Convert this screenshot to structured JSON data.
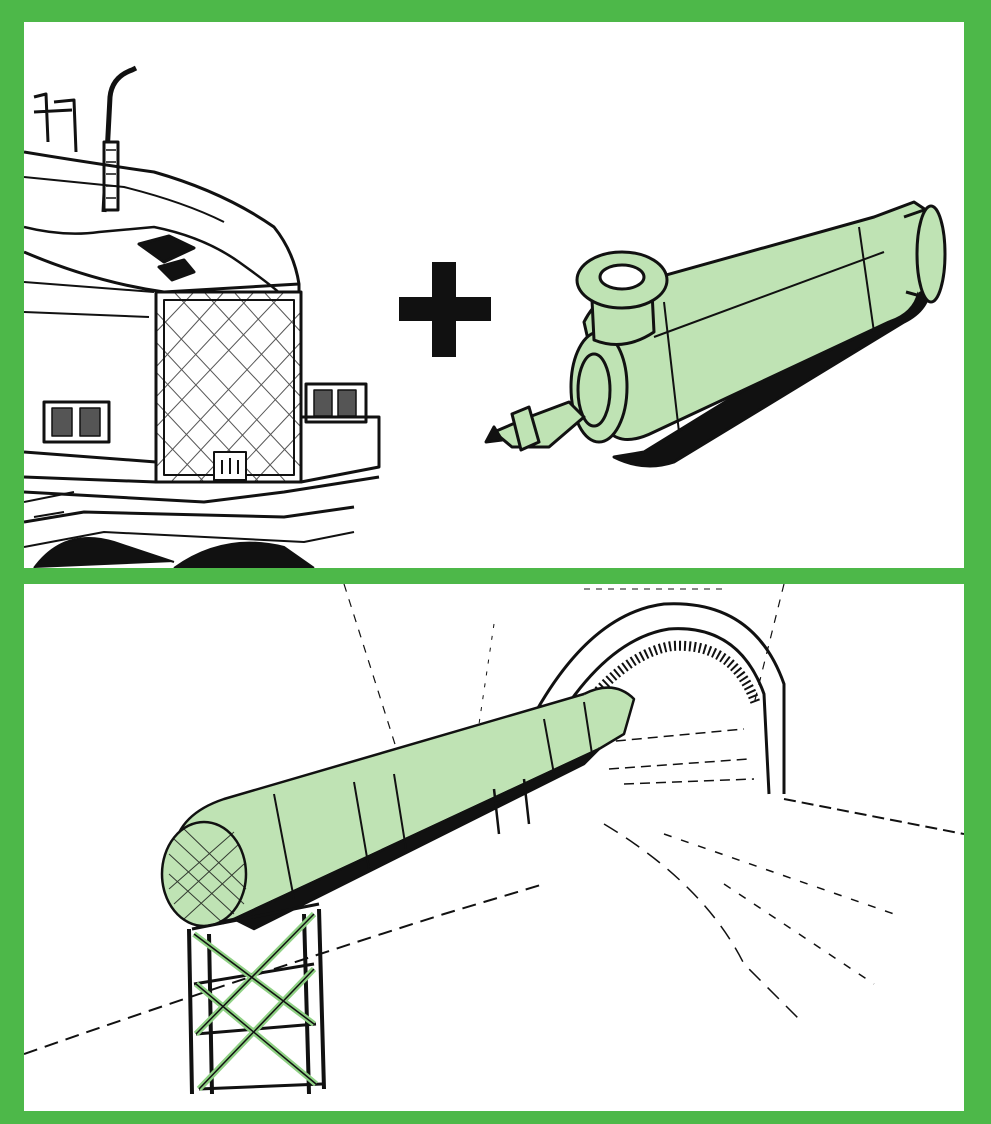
{
  "colors": {
    "frame": "#4db849",
    "accent_fill": "#bfe3b4",
    "ink": "#111111",
    "background": "#ffffff"
  },
  "panels": [
    {
      "id": "top",
      "content": [
        "truck-front-illustration",
        "plus-icon",
        "exhaust-filter-illustration"
      ]
    },
    {
      "id": "bottom",
      "content": [
        "tunnel-illustration",
        "ventilation-duct-illustration",
        "support-frame-illustration"
      ]
    }
  ]
}
